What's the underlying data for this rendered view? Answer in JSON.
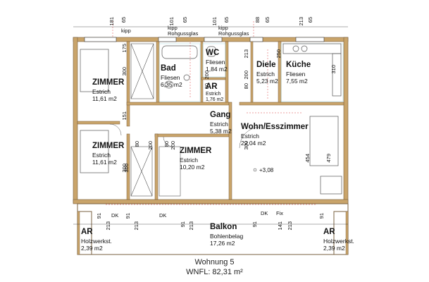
{
  "rooms": {
    "zimmer1": {
      "name": "ZIMMER",
      "floor": "Estrich",
      "area": "11,61 m2"
    },
    "bad": {
      "name": "Bad",
      "floor": "Fliesen",
      "area": "6,35 m2"
    },
    "wc": {
      "name": "WC",
      "floor": "Fliesen",
      "area": "1,84 m2"
    },
    "diele": {
      "name": "Diele",
      "floor": "Estrich",
      "area": "5,23 m2"
    },
    "kueche": {
      "name": "Küche",
      "floor": "Fliesen",
      "area": "7,55 m2"
    },
    "ar_inner": {
      "name": "AR",
      "floor": "Estrich",
      "area": "1,76 m2"
    },
    "gang": {
      "name": "Gang",
      "floor": "Estrich",
      "area": "5,38 m2"
    },
    "wohn": {
      "name": "Wohn/Esszimmer",
      "floor": "Estrich",
      "area": "22,04 m2"
    },
    "zimmer2": {
      "name": "ZIMMER",
      "floor": "Estrich",
      "area": "11,61 m2"
    },
    "zimmer3": {
      "name": "ZIMMER",
      "floor": "Estrich",
      "area": "10,20 m2"
    },
    "balkon": {
      "name": "Balkon",
      "floor": "Bohlenbelag",
      "area": "17,26 m2"
    },
    "ar_left": {
      "name": "AR",
      "floor": "Holzwerkst.",
      "area": "2,39 m2"
    },
    "ar_right": {
      "name": "AR",
      "floor": "Holzwerkst.",
      "area": "2,39 m2"
    }
  },
  "dimensions": {
    "top_181": "181",
    "top_65a": "65",
    "top_101a": "101",
    "top_65b": "65",
    "top_101b": "101",
    "top_65c": "65",
    "top_88": "88",
    "top_65d": "65",
    "top_213": "213",
    "top_65e": "65",
    "top_kipp1": "kipp",
    "top_kipp2": "kipp",
    "top_kipp3": "kipp",
    "top_rohgussglas1": "Rohgussglas",
    "top_rohgussglas2": "Rohgussglas",
    "v_300a": "300",
    "v_300b": "300",
    "v_300c": "300",
    "v_300d": "300",
    "v_80a": "80",
    "v_200a": "200",
    "v_80b": "80",
    "v_200b": "200",
    "v_80c": "80",
    "v_200c": "200",
    "v_80d": "80",
    "v_200d": "200",
    "v_310": "310",
    "v_454": "454",
    "v_479": "479",
    "v_213": "213",
    "v_151": "151",
    "v_175": "175",
    "v_250": "250",
    "b_91a": "91",
    "b_213a": "213",
    "b_91b": "91",
    "b_213b": "213",
    "b_91c": "91",
    "b_213c": "213",
    "b_91d": "91",
    "b_141": "141",
    "b_213d": "213",
    "b_91e": "91",
    "b_dk1": "DK",
    "b_dk2": "DK",
    "b_dk3": "DK",
    "b_fix": "Fix",
    "level": "+3,08"
  },
  "footer": {
    "unit": "Wohnung 5",
    "area_label": "WNFL: 82,31 m²"
  },
  "colors": {
    "wall": "#c9a46a",
    "wall_dark": "#7a6040",
    "annotation": "#d21111",
    "tile": "#9ad0d8",
    "furniture": "#555555"
  }
}
